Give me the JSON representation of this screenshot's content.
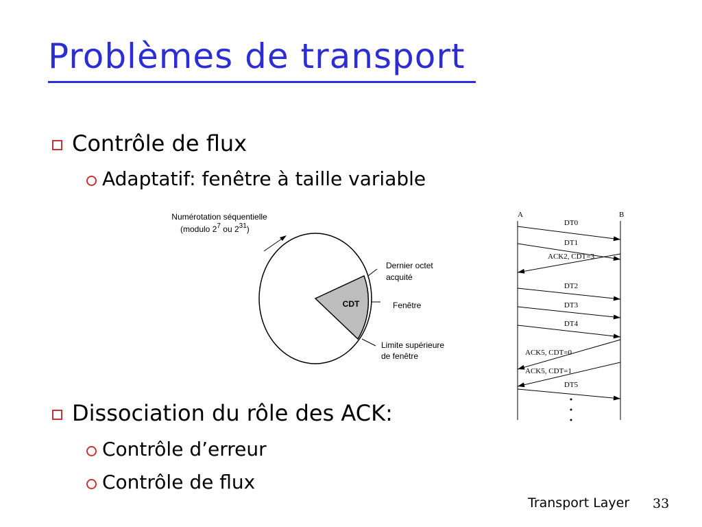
{
  "title": "Problèmes de transport",
  "bullets": {
    "flow_control": "Contrôle de flux",
    "adaptive": "Adaptatif: fenêtre à taille variable",
    "dissociation": "Dissociation du rôle des ACK:",
    "error_control": "Contrôle d’erreur",
    "flow_control_2": "Contrôle de flux"
  },
  "window_diagram": {
    "seq_line1": "Numérotation séquentielle",
    "seq_pre": "(modulo 2",
    "seq_exp1": "7",
    "seq_mid": " ou 2",
    "seq_exp2": "31",
    "seq_post": ")",
    "last_ack_line1": "Dernier octet",
    "last_ack_line2": "acquité",
    "cdt": "CDT",
    "window": "Fenêtre",
    "upper_line1": "Limite supérieure",
    "upper_line2": "de fenêtre"
  },
  "sequence_diagram": {
    "host_a": "A",
    "host_b": "B",
    "messages": [
      {
        "label": "DT0",
        "dir": "AtoB"
      },
      {
        "label": "DT1",
        "dir": "AtoB"
      },
      {
        "label": "ACK2, CDT=3",
        "dir": "BtoA"
      },
      {
        "label": "DT2",
        "dir": "AtoB"
      },
      {
        "label": "DT3",
        "dir": "AtoB"
      },
      {
        "label": "DT4",
        "dir": "AtoB"
      },
      {
        "label": "ACK5, CDT=0",
        "dir": "BtoA"
      },
      {
        "label": "ACK5, CDT=1",
        "dir": "BtoA"
      },
      {
        "label": "DT5",
        "dir": "AtoB"
      }
    ]
  },
  "footer": {
    "label": "Transport Layer",
    "page": "33"
  }
}
